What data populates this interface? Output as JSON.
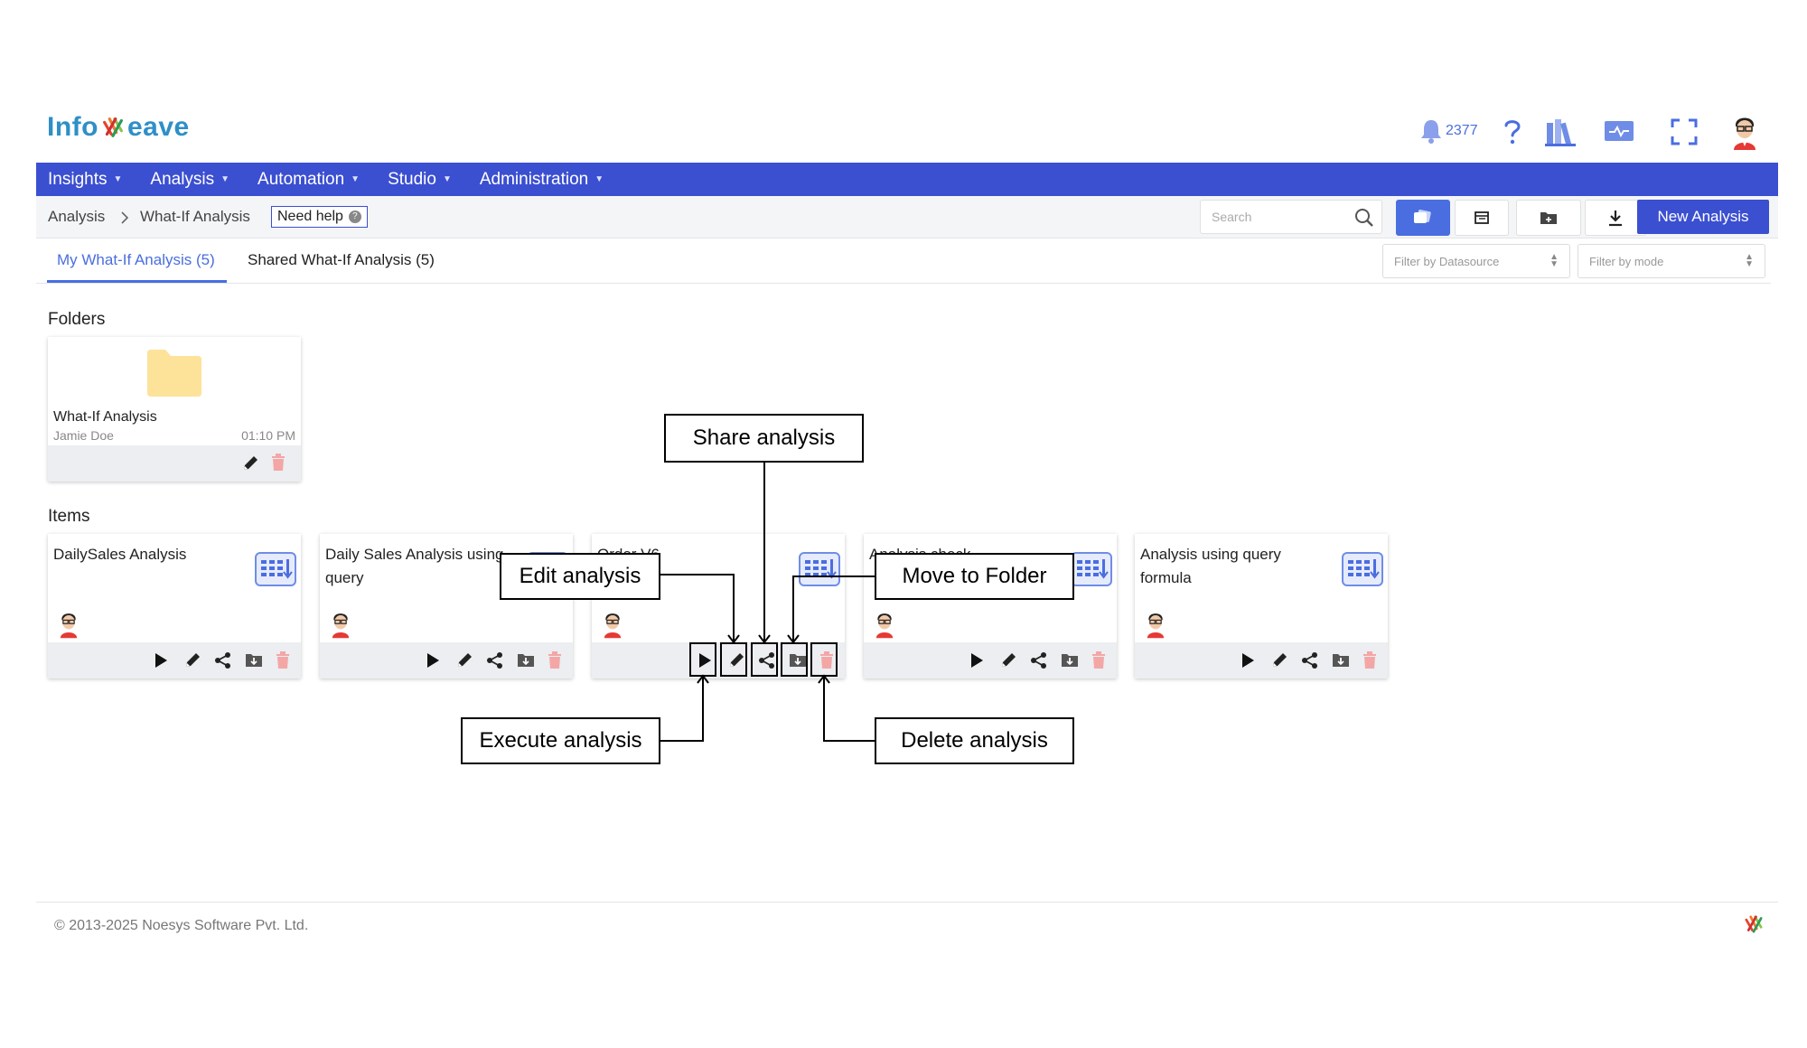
{
  "brand": {
    "logo_text_left": "Info",
    "logo_text_right": "eave"
  },
  "header": {
    "notification_count": "2377"
  },
  "menu": [
    {
      "label": "Insights"
    },
    {
      "label": "Analysis"
    },
    {
      "label": "Automation"
    },
    {
      "label": "Studio"
    },
    {
      "label": "Administration"
    }
  ],
  "breadcrumb": {
    "root": "Analysis",
    "current": "What-If Analysis",
    "need_help": "Need help",
    "help_icon": "?"
  },
  "toolbar": {
    "search_placeholder": "Search",
    "new_analysis": "New Analysis"
  },
  "tabs": [
    {
      "label": "My What-If Analysis (5)",
      "active": true
    },
    {
      "label": "Shared What-If Analysis (5)",
      "active": false
    }
  ],
  "filters": {
    "datasource_placeholder": "Filter by Datasource",
    "mode_placeholder": "Filter by mode"
  },
  "sections": {
    "folders": "Folders",
    "items": "Items"
  },
  "folder": {
    "name": "What-If Analysis",
    "owner": "Jamie Doe",
    "time": "01:10 PM"
  },
  "items": [
    {
      "title": "DailySales Analysis"
    },
    {
      "title": "Daily Sales Analysis using query"
    },
    {
      "title": "Order V6"
    },
    {
      "title": "Analysis check"
    },
    {
      "title": "Analysis using query formula"
    }
  ],
  "annotations": {
    "share": "Share analysis",
    "edit": "Edit analysis",
    "move": "Move to Folder",
    "execute": "Execute analysis",
    "delete": "Delete analysis"
  },
  "footer": {
    "copyright": "© 2013-2025 Noesys Software Pvt. Ltd."
  },
  "colors": {
    "primary": "#3b4fd1",
    "accent": "#4a6ee0",
    "folder": "#fde29a",
    "delete": "#f4a6a6"
  }
}
